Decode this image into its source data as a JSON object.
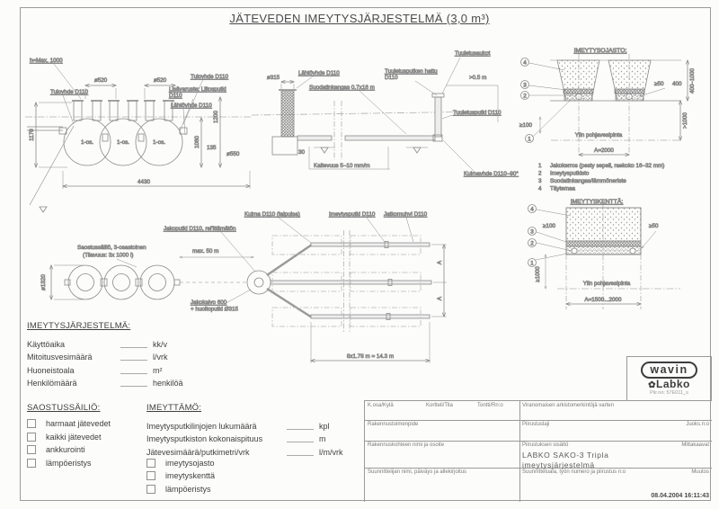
{
  "page": {
    "title": "JÄTEVEDEN IMEYTYSJÄRJESTELMÄ (3,0 m³)"
  },
  "elevation": {
    "h_max": "h=Max. 1000",
    "dia520": "ø520",
    "tuloyhde": "Tuloyhde D110",
    "lisavaruste_1": "Lisävaruste: Liitosputki",
    "lisavaruste_2": "D110",
    "lahtoyhde": "Lähtöyhde D110",
    "tank_label": "1-os.",
    "dim_1170": "1170",
    "dim_1060": "1060",
    "dim_1200": "1200",
    "dim_135": "135",
    "dia550": "ø550",
    "dim_4430": "4430"
  },
  "section": {
    "dia315": "ø315",
    "lahtoyhde": "Lähtöyhde D110",
    "suodatinkangas": "Suodatinkangas 0.7x16 m",
    "hattu_1": "Tuuletusputken hattu",
    "hattu_2": "D110",
    "tuuletusaukot": "Tuuletusaukot",
    "min_05": ">0.5 m",
    "tuuletusputki": "Tuuletusputki D110",
    "dim_30": "30",
    "kaltevuus": "Kaltevuus 5–10 mm/m",
    "kulmayhde": "Kulmayhde D110–90°"
  },
  "ojasto": {
    "title": "IMEYTYSOJASTO:",
    "ge50": "≥50",
    "d400": "400",
    "d400_1000": "400–1000",
    "ge100": "≥100",
    "gt1000": ">1000",
    "pohjavesi": "Ylin pohjavesipinta",
    "a2000": "A=2000",
    "callouts": [
      "4",
      "3",
      "2",
      "1"
    ],
    "legend": [
      {
        "num": "1",
        "text": "Jakokerros  (pesty sepeli, raekoko 16–32 mm)"
      },
      {
        "num": "2",
        "text": "Imeytysputkisto"
      },
      {
        "num": "3",
        "text": "Suodatinkangas/lämmöneriste"
      },
      {
        "num": "4",
        "text": "Täytemaa"
      }
    ]
  },
  "kentta": {
    "title": "IMEYTYSKENTTÄ:",
    "ge100": "≥100",
    "ge50": "≥50",
    "ge1000": "≥1000",
    "pohjavesi": "Ylin pohjavesipinta",
    "a_range": "A=1500...2000",
    "callouts": [
      "4",
      "3",
      "2",
      "1"
    ]
  },
  "plan": {
    "saostus_1": "Saostussäiliö, 3-osastoinen",
    "saostus_2": "(Tilavuus: 3x 1000 l)",
    "dia1320": "ø1320",
    "max50": "max. 50 m",
    "jakoputki": "Jakoputki D110, rei'ittämätön",
    "kulma": "Kulma D110 (taipuisa)",
    "imeytysputki": "Imeytysputki D110",
    "jatkomuhvi": "Jatkomuhvi D110",
    "jakokaivo_1": "Jakokaivo 600",
    "jakokaivo_2": "+ huoltoputki Ø315",
    "pituus": "8x1.78 m = 14.3 m",
    "dim_a": "A"
  },
  "system_form": {
    "title": "IMEYTYSJÄRJESTELMÄ:",
    "rows": [
      {
        "label": "Käyttöaika",
        "unit": "kk/v"
      },
      {
        "label": "Mitoitusvesimäärä",
        "unit": "l/vrk"
      },
      {
        "label": "Huoneistoala",
        "unit": "m²"
      },
      {
        "label": "Henkilömäärä",
        "unit": "henkilöä"
      }
    ]
  },
  "saostus_form": {
    "title": "SAOSTUSSÄILIÖ:",
    "checks": [
      "harmaat jätevedet",
      "kaikki jätevedet",
      "ankkurointi",
      "lämpöeristys"
    ]
  },
  "imeyttamo_form": {
    "title": "IMEYTTÄMÖ:",
    "rows": [
      {
        "label": "Imeytysputkilinjojen lukumäärä",
        "unit": "kpl"
      },
      {
        "label": "Imeytysputkiston kokonaispituus",
        "unit": "m"
      },
      {
        "label": "Jätevesimäärä/putkimetri/vrk",
        "unit": "l/m/vrk"
      }
    ],
    "checks": [
      "imeytysojasto",
      "imeytyskenttä",
      "lämpöeristys"
    ]
  },
  "logo": {
    "wavin": "wavin",
    "labko": "Labko",
    "labko_icon": "✿",
    "piirno": "Piir.no: 57E011_s"
  },
  "titleblock": {
    "kosa": "K.osa/Kylä",
    "kortteli": "Kortteli/Tila",
    "tontti": "Tontti/Rn:o",
    "viranomaisen": "Viranomaisen arkistomerkintöjä varten",
    "rakennustoimenpide": "Rakennustoimenpide",
    "piirustuslaji": "Piirustuslaji",
    "juoksno": "Juoks.n:o",
    "rakennuskohteen": "Rakennuskohteen nimi ja osoite",
    "piirustuksen": "Piirustuksen sisältö",
    "mittakaavat": "Mittakaavat",
    "content_1": "LABKO SAKO-3 Tripla",
    "content_2": "imeytysjärjestelmä",
    "suunnittelijan": "Suunnittelijan nimi, päiväys ja allekirjoitus",
    "suunnitteluala": "Suunnitteluala, työn numero ja piirustus n:o",
    "muutos": "Muutos",
    "timestamp": "08.04.2004 16:11:43"
  }
}
